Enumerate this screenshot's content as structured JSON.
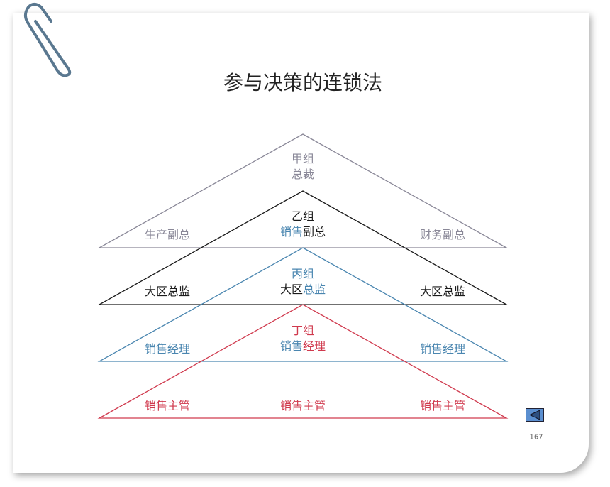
{
  "title": "参与决策的连锁法",
  "colors": {
    "jia": "#8a8898",
    "yi": "#1a1a1a",
    "bing": "#4a86b0",
    "ding": "#d03a4e"
  },
  "groups": {
    "jia": {
      "name": "甲组",
      "center": "总裁",
      "left": "生产副总",
      "right": "财务副总"
    },
    "yi": {
      "name": "乙组",
      "center_a": "销售",
      "center_b": "副总",
      "left": "大区总监",
      "right": "大区总监"
    },
    "bing": {
      "name": "丙组",
      "center_a": "大区",
      "center_b": "总监",
      "left": "销售经理",
      "right": "销售经理"
    },
    "ding": {
      "name": "丁组",
      "center_a": "销售",
      "center_b": "经理",
      "left": "销售主管",
      "middle": "销售主管",
      "right": "销售主管"
    }
  },
  "nav": {
    "page_number": "167",
    "back_icon": "triangle-left-icon"
  }
}
